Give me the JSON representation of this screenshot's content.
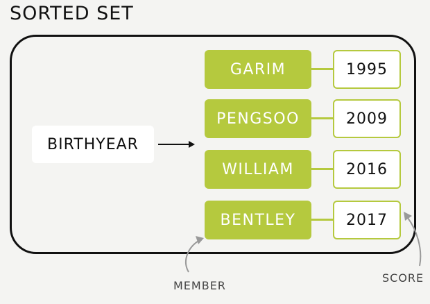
{
  "title": "SORTED SET",
  "key": "BIRTHYEAR",
  "entries": [
    {
      "member": "GARIM",
      "score": "1995"
    },
    {
      "member": "PENGSOO",
      "score": "2009"
    },
    {
      "member": "WILLIAM",
      "score": "2016"
    },
    {
      "member": "BENTLEY",
      "score": "2017"
    }
  ],
  "labels": {
    "member": "MEMBER",
    "score": "SCORE"
  },
  "colors": {
    "accent": "#b5c93e",
    "ink": "#111111",
    "background": "#f4f4f2"
  }
}
